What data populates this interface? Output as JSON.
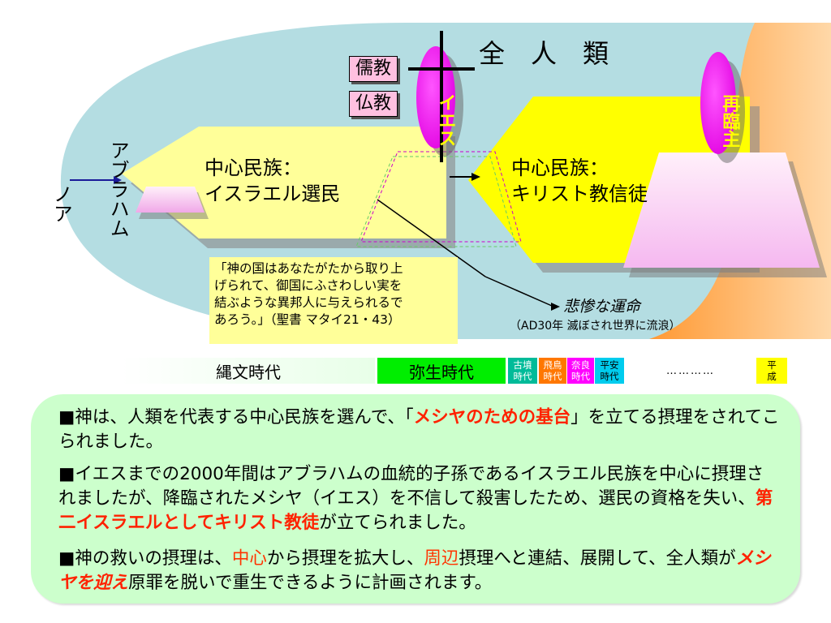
{
  "diagram": {
    "all_humanity": "全　人　類",
    "confucianism": "儒教",
    "buddhism": "仏教",
    "jesus": "イエス",
    "second_coming": "再臨主",
    "noah": "ノア",
    "abraham": "アブラハム",
    "israel_title": "中心民族：",
    "israel_name": "イスラエル選民",
    "christian_title": "中心民族：",
    "christian_name": "キリスト教信徒",
    "quote_lines": [
      "「神の国はあなたがたから取り上",
      "げられて、御国にふさわしい実を",
      "結ぶような異邦人に与えられるで",
      "あろう。」（聖書 マタイ21・43）"
    ],
    "fate": "悲惨な運命",
    "fate_note": "（AD30年 滅ぼされ世界に流浪）"
  },
  "eras": {
    "jomon": "縄文時代",
    "yayoi": "弥生時代",
    "kofun_1": "古墳",
    "kofun_2": "時代",
    "asuka_1": "飛鳥",
    "asuka_2": "時代",
    "nara_1": "奈良",
    "nara_2": "時代",
    "heian_1": "平安",
    "heian_2": "時代",
    "dots": "…………",
    "heisei_1": "平",
    "heisei_2": "成"
  },
  "paragraphs": {
    "p1_a": "■神は、人類を代表する中心民族を選んで、「",
    "p1_hl": "メシヤのための基台",
    "p1_b": "」を立てる摂理をされてこられました。",
    "p2_a": "■イエスまでの2000年間はアブラハムの血統的子孫であるイスラエル民族を中心に摂理されましたが、降臨されたメシヤ（イエス）を不信して殺害したため、選民の資格を失い、",
    "p2_hl": "第二イスラエルとしてキリスト教徒",
    "p2_b": "が立てられました。",
    "p3_a": "■神の救いの摂理は、",
    "p3_hl1": "中心",
    "p3_b": "から摂理を拡大し、",
    "p3_hl2": "周辺",
    "p3_c": "摂理へと連結、展開して、全人類が",
    "p3_hl3": "メシヤを迎え",
    "p3_d": "原罪を脱いで重生できるように計画されます。"
  },
  "colors": {
    "background_ellipse": "#b4dde2",
    "yellow_shape": "#ffff99",
    "bright_yellow": "#ffff00",
    "orange_gradient": "#ff9933",
    "magenta": "#ff00ff",
    "pink": "#ffc0e0",
    "yayoi_green": "#00ee00",
    "info_box": "#ccffcc",
    "highlight_red": "#ff2200",
    "arrow_blue": "#1a1a99"
  }
}
